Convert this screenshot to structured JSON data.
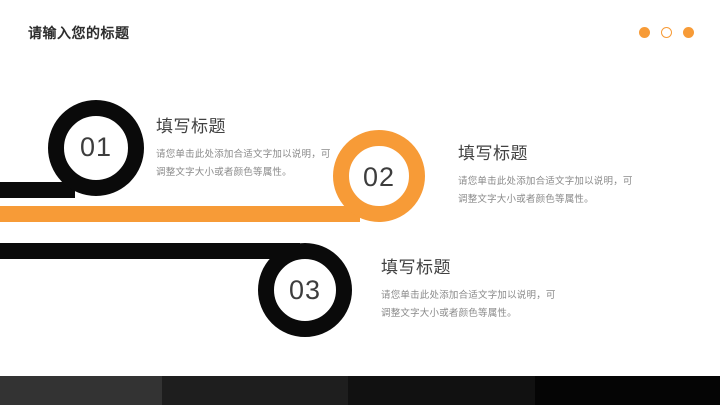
{
  "header": {
    "title": "请输入您的标题",
    "dots": [
      {
        "name": "dot-filled-left",
        "style": "filled"
      },
      {
        "name": "dot-hollow-middle",
        "style": "hollow"
      },
      {
        "name": "dot-filled-right",
        "style": "filled"
      }
    ]
  },
  "colors": {
    "accent_orange": "#F79B37",
    "black": "#0A0A0A",
    "heading_gray": "#414141",
    "body_gray": "#8A8A8A",
    "title_gray": "#2E2E2E",
    "background": "#FFFFFF"
  },
  "items": [
    {
      "number": "01",
      "heading": "填写标题",
      "body": "请您单击此处添加合适文字加以说明，可调整文字大小或者颜色等属性。",
      "ring_color": "#0A0A0A"
    },
    {
      "number": "02",
      "heading": "填写标题",
      "body": "请您单击此处添加合适文字加以说明，可调整文字大小或者颜色等属性。",
      "ring_color": "#F79B37"
    },
    {
      "number": "03",
      "heading": "填写标题",
      "body": "请您单击此处添加合适文字加以说明，可调整文字大小或者颜色等属性。",
      "ring_color": "#0A0A0A"
    }
  ],
  "footer": {
    "segments": [
      "#333333",
      "#1E1E1E",
      "#111111",
      "#050505"
    ]
  }
}
